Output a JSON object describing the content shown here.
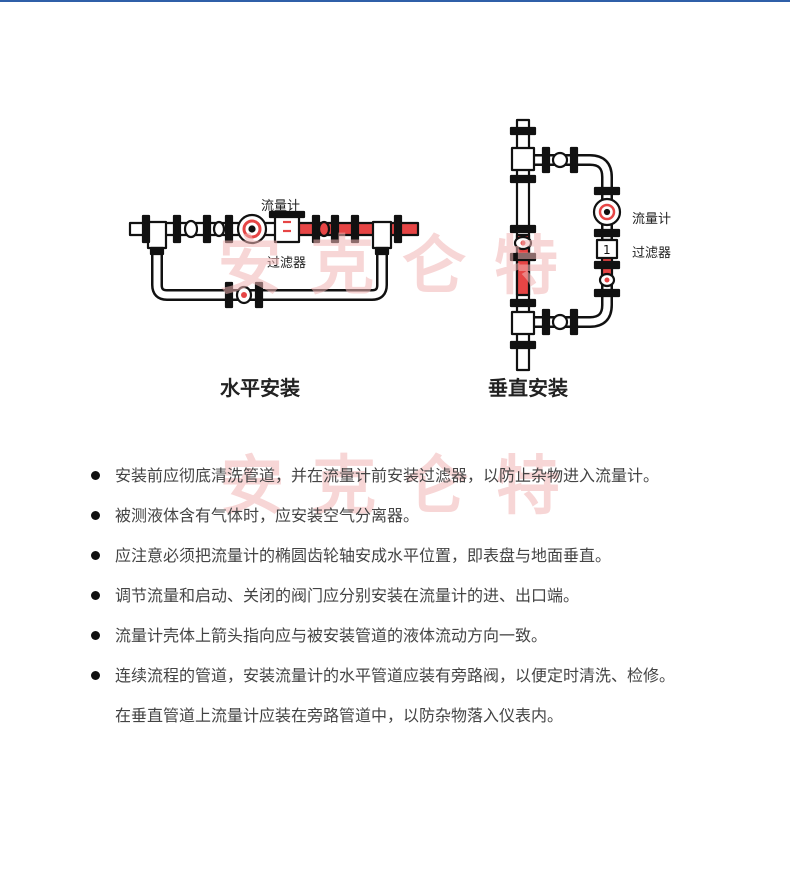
{
  "watermark": "安克仑特",
  "diagrams": {
    "horizontal": {
      "caption": "水平安装",
      "meter_label": "流量计",
      "filter_label": "过滤器"
    },
    "vertical": {
      "caption": "垂直安装",
      "meter_label": "流量计",
      "filter_label": "过滤器"
    }
  },
  "notes": [
    {
      "text": "安装前应彻底清洗管道，并在流量计前安装过滤器，以防止杂物进入流量计。",
      "bullet": true
    },
    {
      "text": "被测液体含有气体时，应安装空气分离器。",
      "bullet": true
    },
    {
      "text": "应注意必须把流量计的椭圆齿轮轴安成水平位置，即表盘与地面垂直。",
      "bullet": true
    },
    {
      "text": "调节流量和启动、关闭的阀门应分别安装在流量计的进、出口端。",
      "bullet": true
    },
    {
      "text": "流量计壳体上箭头指向应与被安装管道的液体流动方向一致。",
      "bullet": true
    },
    {
      "text": "连续流程的管道，安装流量计的水平管道应装有旁路阀，以便定时清洗、检修。",
      "bullet": true
    },
    {
      "text": "在垂直管道上流量计应装在旁路管道中，以防杂物落入仪表内。",
      "bullet": false
    }
  ]
}
